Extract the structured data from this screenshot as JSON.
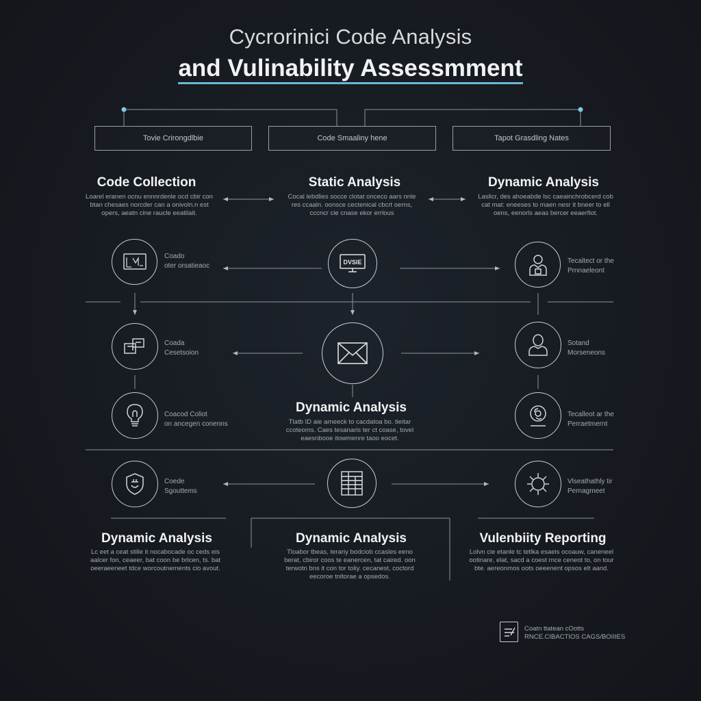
{
  "title": {
    "line1": "Cycrorinici Code Analysis",
    "line2": "and  Vulinability Assessmment"
  },
  "top_boxes": [
    "Tovie Crirongdlbie",
    "Code Smaaliny hene",
    "Tapot Grasdling Nates"
  ],
  "sections": {
    "code_collection": {
      "heading": "Code Collection",
      "desc": "Loarel eranen ocnu ennnrdenle ocd cbir con btan chesaes norcder can a onivoln.n est opers, aeatn cine raucle eeatilait."
    },
    "static_analysis": {
      "heading": "Static Analysis",
      "desc": "Cocal lebdlies socce clotat onceco aars nnle res ccaaln. oonsce cectenical cbcrt oerns, cccncr cie cnase ekor errlous"
    },
    "dynamic_analysis_top": {
      "heading": "Dynamic Analysis",
      "desc": "Laslicr, des ahoeabde lsc caeainchrobcerd cob cat mat: eneeses to maen nesr it bneer to ell oens, eenorls aeas bercer eeaerfiot."
    },
    "dynamic_analysis_mid": {
      "heading": "Dynamic Analysis",
      "desc": "Tlatb  ID aie arneeck to cacdatoa bo. tieitar ccoteoms. Caes tesanaris ter ct coase, tovel eaesnbooe itowmenre taoo eocet."
    },
    "dynamic_analysis_bl": {
      "heading": "Dynamic Analysis",
      "desc": "Lc eet a ceat stille it nocabocade oc ceds eis aalcer fon, ceaeer, bat coon be brlcen, ts. bat oeeraeeneet tdce worcoutnements cio avout."
    },
    "dynamic_analysis_bc": {
      "heading": "Dynamic Analysis",
      "desc": "Tloabor tbeas, terariy bodciob ccasles eeno berat, cbiror coos te eanercen, tat caired. oon terwotn bns it con tor toliy. cecanest, coctord eecoroe tnltorae a opsedos."
    },
    "vulnerability_reporting": {
      "heading": "Vulenbiity Reporting",
      "desc": "Lolvn cie etanle tc tetlka esaeis ocoauw, caneneel ootinare, elat, sacd a coest rnce ceneot to, on tour bte. aereonmos oots oeeenent opsos elt aand."
    }
  },
  "node_labels": {
    "left_1": [
      "Coado",
      "oter orsatieaoc"
    ],
    "right_1": [
      "Tecaltect or the",
      "Prnnaeleont"
    ],
    "left_2": [
      "Coada",
      "Cesetsoion"
    ],
    "right_2": [
      "Sotand",
      "Morseneons"
    ],
    "left_3": [
      "Coacod Coliot",
      "on ancegen conenns"
    ],
    "right_3": [
      "Tecalleot ar the",
      "Perraetmernt"
    ],
    "left_4": [
      "Coede",
      "Sgouttems"
    ],
    "right_4": [
      "Vlseathathly tir",
      "Pernagmeet"
    ]
  },
  "center_icon_text": "DVSIE",
  "footer": {
    "line1": "Coatn ttatean cOotts",
    "line2": "RNCE.CIBACTIOS CAGS/BOIIIES"
  },
  "colors": {
    "background": "#161b22",
    "accent": "#6cb8d8",
    "line": "#9aa0a6"
  }
}
